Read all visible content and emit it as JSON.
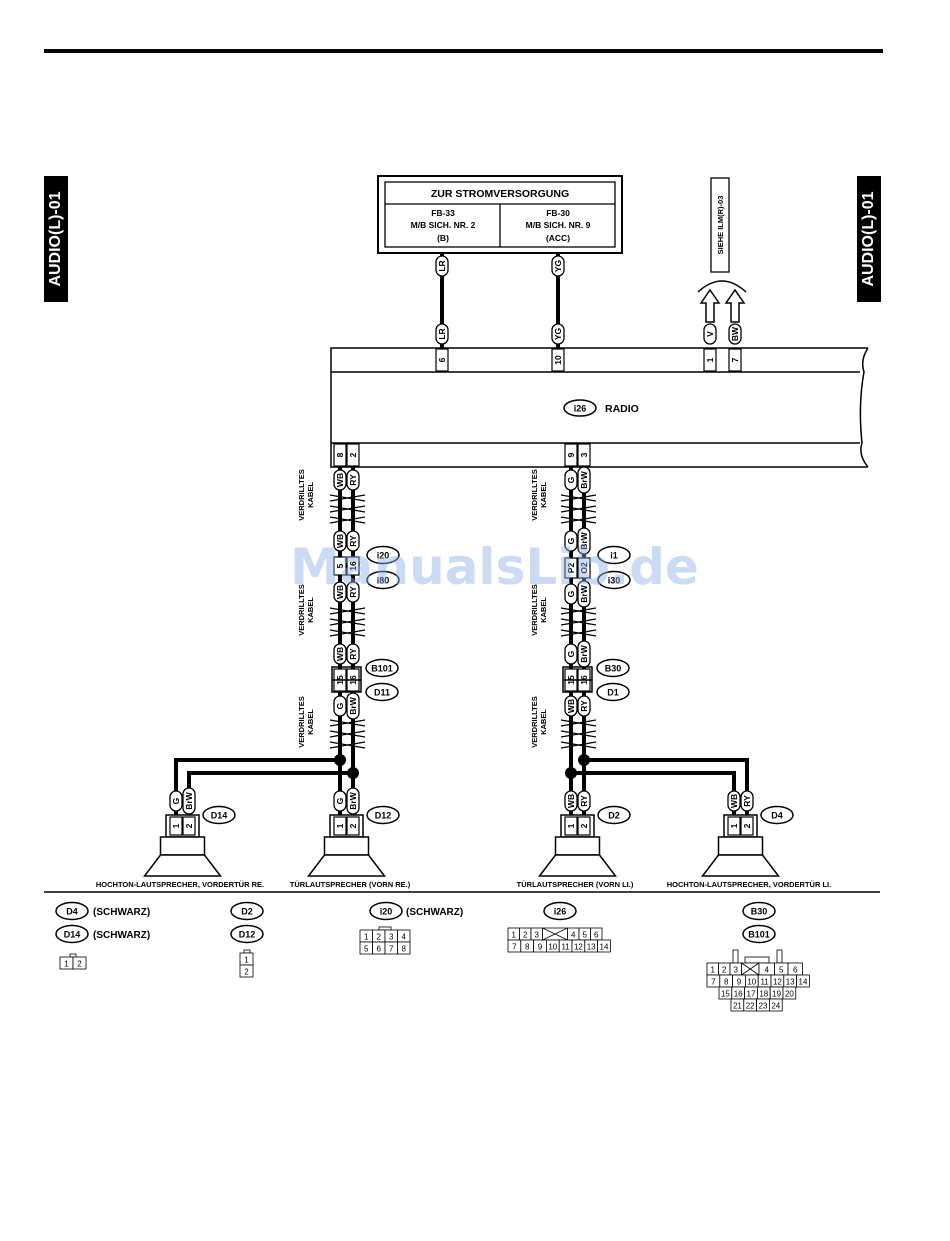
{
  "page": {
    "tab_label": "AUDIO(L)-01"
  },
  "power_box": {
    "title": "ZUR STROMVERSORGUNG",
    "left": {
      "fuse": "FB-33",
      "desc": "M/B SICH. NR. 2",
      "mode": "(B)"
    },
    "right": {
      "fuse": "FB-30",
      "desc": "M/B SICH. NR. 9",
      "mode": "(ACC)"
    }
  },
  "see_ref": "SIEHE ILM(R)-03",
  "radio": {
    "connector": "i26",
    "label": "RADIO"
  },
  "top_wires": [
    {
      "color": "LR",
      "pin": "6"
    },
    {
      "color": "YG",
      "pin": "10"
    },
    {
      "color": "V",
      "pin": "1"
    },
    {
      "color": "BW",
      "pin": "7"
    }
  ],
  "bottom_pins": {
    "left": [
      "8",
      "2"
    ],
    "right": [
      "9",
      "3"
    ]
  },
  "twisted_label": [
    "VERDRILLTES",
    "KABEL"
  ],
  "left_branch": {
    "wires_a": [
      "WB",
      "RY"
    ],
    "conn_mid": [
      "i20",
      "i80"
    ],
    "wires_b": [
      "WB",
      "RY"
    ],
    "conn_pins": [
      "15",
      "16"
    ],
    "conn_joint": [
      "B101",
      "D11"
    ],
    "wires_c": [
      "G",
      "BrW"
    ]
  },
  "right_branch": {
    "wires_a": [
      "G",
      "BrW"
    ],
    "conn_mid": [
      "i1",
      "i30"
    ],
    "mid_pins": [
      "P2",
      "O2"
    ],
    "wires_b": [
      "G",
      "BrW"
    ],
    "conn_pins": [
      "15",
      "16"
    ],
    "conn_joint": [
      "B30",
      "D1"
    ],
    "wires_c": [
      "WB",
      "RY"
    ]
  },
  "speakers": [
    {
      "conn": "D14",
      "wires": [
        "G",
        "BrW"
      ],
      "pins": [
        "1",
        "2"
      ],
      "label": "HOCHTON-LAUTSPRECHER, VORDERTÜR RE."
    },
    {
      "conn": "D12",
      "wires": [
        "G",
        "BrW"
      ],
      "pins": [
        "1",
        "2"
      ],
      "label": "TÜRLAUTSPRECHER (VORN RE.)"
    },
    {
      "conn": "D2",
      "wires": [
        "WB",
        "RY"
      ],
      "pins": [
        "1",
        "2"
      ],
      "label": "TÜRLAUTSPRECHER (VORN LI.)"
    },
    {
      "conn": "D4",
      "wires": [
        "WB",
        "RY"
      ],
      "pins": [
        "1",
        "2"
      ],
      "label": "HOCHTON-LAUTSPRECHER, VORDERTÜR LI."
    }
  ],
  "legend": {
    "d4": "D4",
    "d14": "D14",
    "black_note": "(SCHWARZ)",
    "d2": "D2",
    "d12": "D12",
    "i20": "i20",
    "i26": "i26",
    "b30": "B30",
    "b101": "B101",
    "pins_2": [
      "1",
      "2"
    ],
    "pins_8": [
      "1",
      "2",
      "3",
      "4",
      "5",
      "6",
      "7",
      "8"
    ],
    "pins_i26": [
      "1",
      "2",
      "3",
      "4",
      "5",
      "6",
      "7",
      "8",
      "9",
      "10",
      "11",
      "12",
      "13",
      "14"
    ],
    "pins_24": [
      "1",
      "2",
      "3",
      "4",
      "5",
      "6",
      "7",
      "8",
      "9",
      "10",
      "11",
      "12",
      "13",
      "14",
      "15",
      "16",
      "17",
      "18",
      "19",
      "20",
      "21",
      "22",
      "23",
      "24"
    ]
  },
  "watermark": "ManualsLib.de"
}
